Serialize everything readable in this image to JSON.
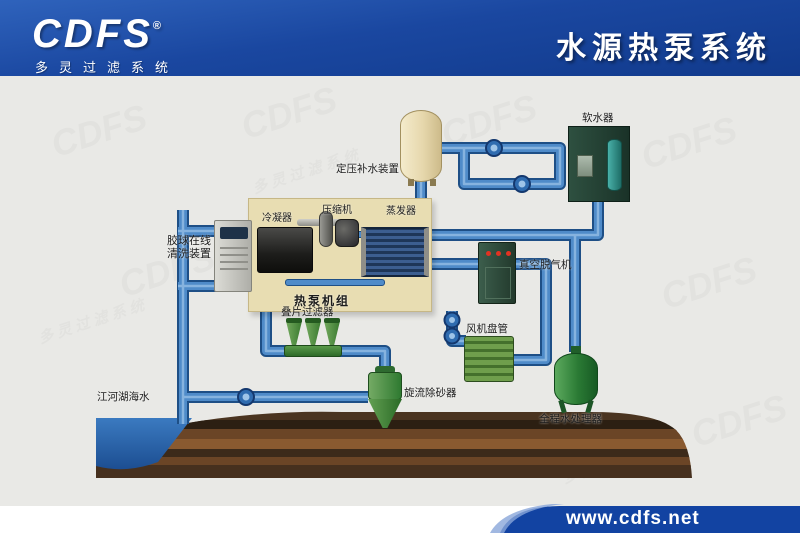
{
  "header": {
    "logo": {
      "text": "CDFS",
      "registered": "®",
      "subtext": "多灵过滤系统"
    },
    "title": "水源热泵系统"
  },
  "diagram": {
    "labels": {
      "expansion_tank": "定压补水装置",
      "softener": "软水器",
      "condenser": "冷凝器",
      "compressor": "压缩机",
      "evaporator": "蒸发器",
      "heat_pump_unit": "热泵机组",
      "ball_cleaner": "胶球在线清洗装置",
      "vacuum_degasser": "真空脱气机",
      "disc_filter": "叠片过滤器",
      "fan_coil": "风机盘管",
      "cyclone_separator": "旋流除砂器",
      "water_processor": "全程水处理器",
      "water_source": "江河湖海水"
    },
    "colors": {
      "pipe_main": "#4f8bc9",
      "pipe_outline": "#1e4f86",
      "unit_panel": "#e8ddb2",
      "equipment_green": "#4c8a46",
      "brand_blue": "#1243a2"
    }
  },
  "watermark": {
    "logo": "CDFS",
    "sub": "多灵过滤系统"
  },
  "footer": {
    "url": "www.cdfs.net"
  }
}
